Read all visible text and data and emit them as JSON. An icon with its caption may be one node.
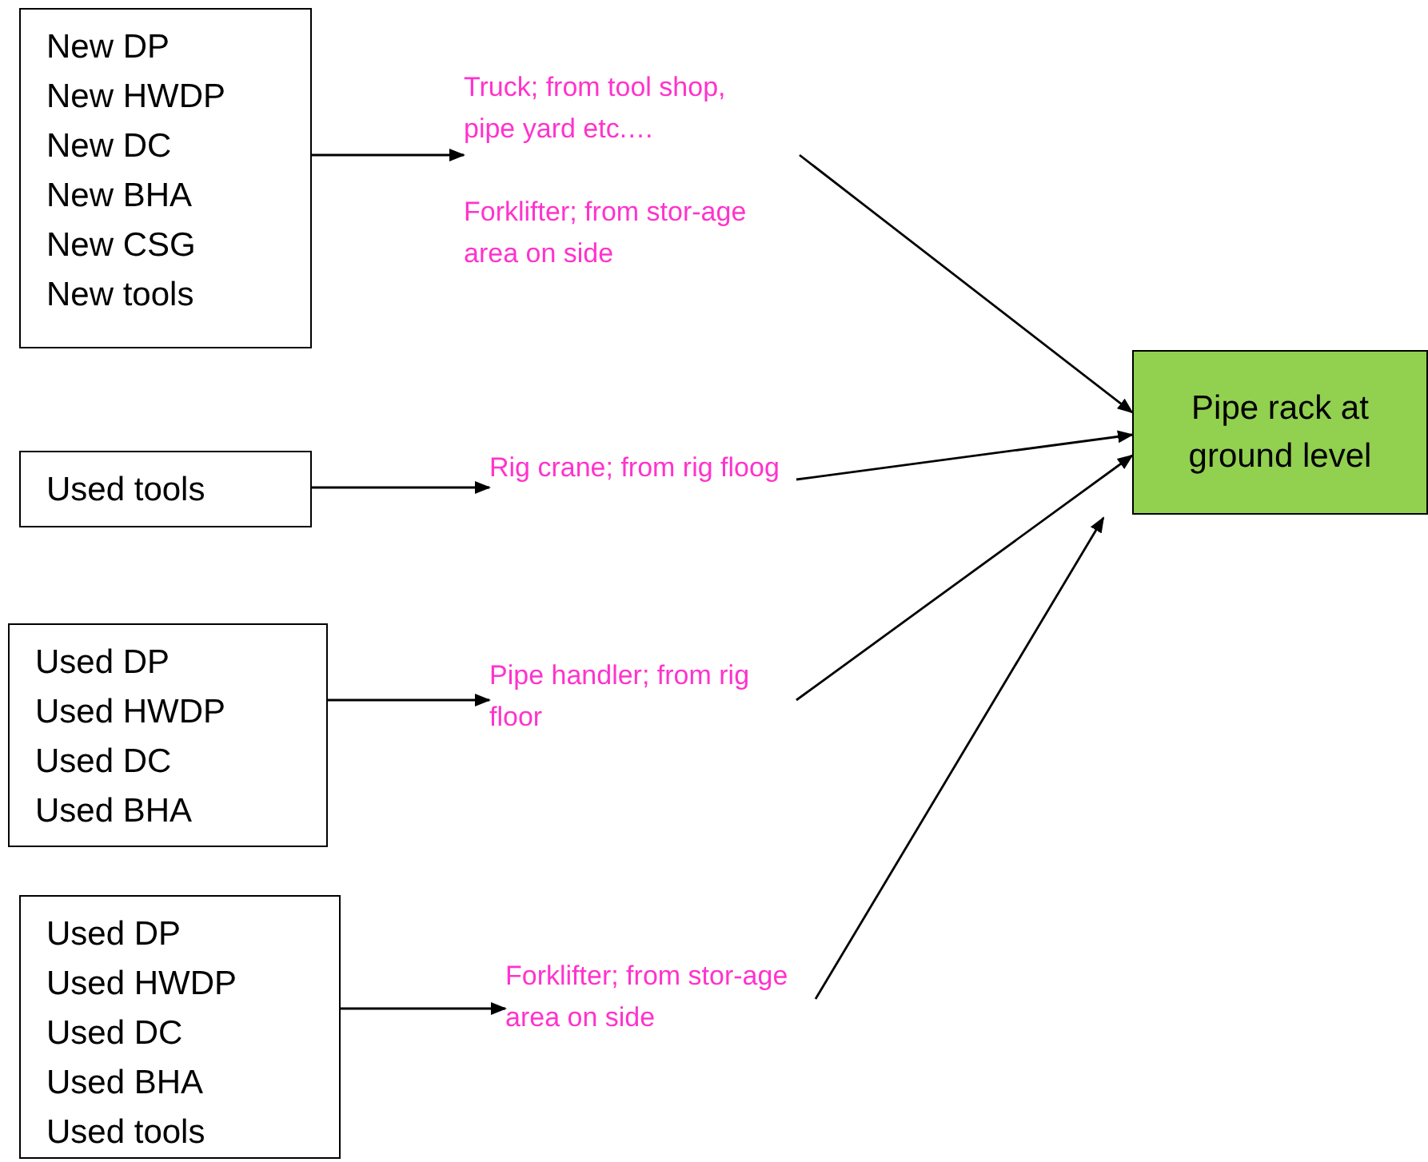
{
  "diagram": {
    "nodes": [
      {
        "text": [
          "New DP",
          "New HWDP",
          "New DC",
          "New BHA",
          "New CSG",
          "New tools"
        ]
      },
      {
        "text": [
          "Truck; from tool shop, pipe yard etc.…",
          "Forklifter; from stor-age area on side"
        ]
      },
      {
        "text": [
          "Used tools"
        ]
      },
      {
        "text": [
          "Rig crane; from rig floog"
        ]
      },
      {
        "text": [
          "Used DP",
          "Used HWDP",
          "Used DC",
          "Used BHA"
        ]
      },
      {
        "text": [
          "Pipe handler; from rig floor"
        ]
      },
      {
        "text": [
          "Used DP",
          "Used HWDP",
          "Used DC",
          "Used BHA",
          "Used tools"
        ]
      },
      {
        "text": [
          "Forklifter; from stor-age area on side"
        ]
      },
      {
        "text": [
          "Pipe rack at ground level"
        ]
      }
    ],
    "edges": [
      {
        "from": 0,
        "to": 1,
        "arrow": "to"
      },
      {
        "from": 1,
        "to": 8,
        "arrow": "to"
      },
      {
        "from": 2,
        "to": 3,
        "arrow": "to"
      },
      {
        "from": 3,
        "to": 8,
        "arrow": "to"
      },
      {
        "from": 4,
        "to": 5,
        "arrow": "to"
      },
      {
        "from": 5,
        "to": 8,
        "arrow": "to"
      },
      {
        "from": 6,
        "to": 7,
        "arrow": "to"
      },
      {
        "from": 7,
        "to": 8,
        "arrow": "to"
      }
    ]
  }
}
